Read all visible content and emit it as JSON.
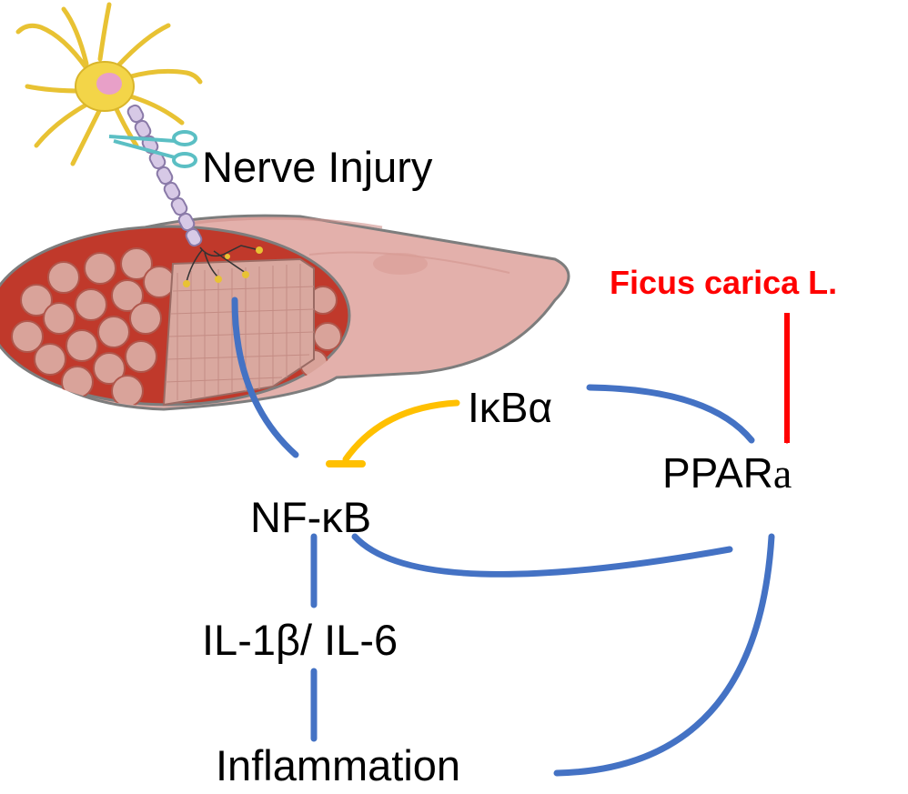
{
  "labels": {
    "nerve_injury": "Nerve Injury",
    "ikba": "IκBα",
    "ppar_main": "PPAR",
    "ppar_sub": "a",
    "nfkb": "NF-κB",
    "il": "IL-1β/ IL-6",
    "inflammation": "Inflammation",
    "ficus": "Ficus carica L."
  },
  "colors": {
    "activation_arrow": "#4472c4",
    "inhibition": "#ffc000",
    "treatment_label": "#ff0000",
    "treatment_arrow": "#ff0000",
    "text": "#000000"
  },
  "illustration": {
    "icons": [
      "neuron-icon",
      "scissors-icon",
      "nerve-bundle-icon"
    ]
  }
}
